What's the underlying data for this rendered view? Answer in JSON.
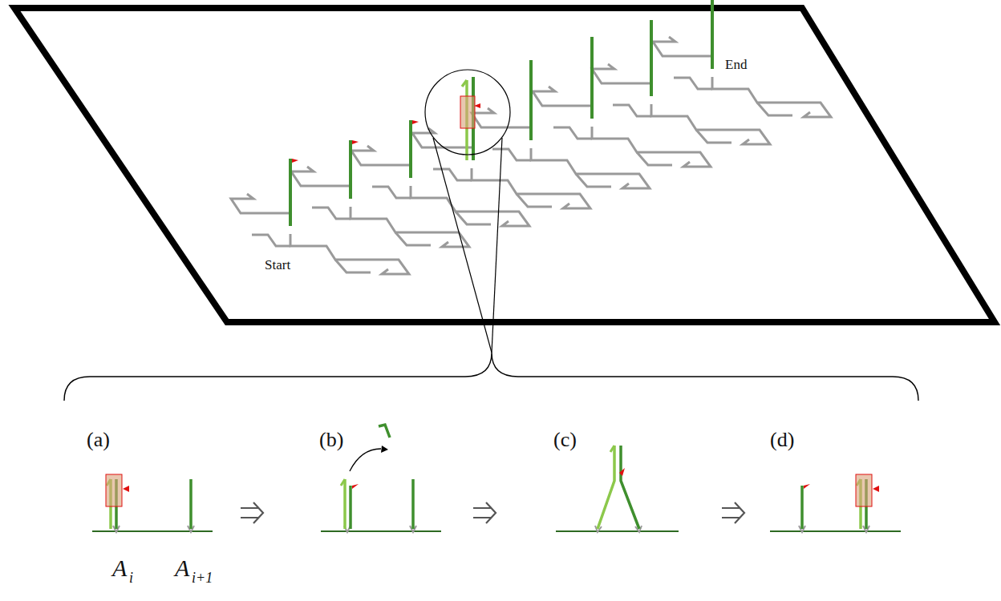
{
  "diagram": {
    "labels": [
      "Start",
      "End",
      "(a)",
      "(b)",
      "(c)",
      "(d)",
      "A",
      "i",
      "A",
      "i+1"
    ]
  }
}
